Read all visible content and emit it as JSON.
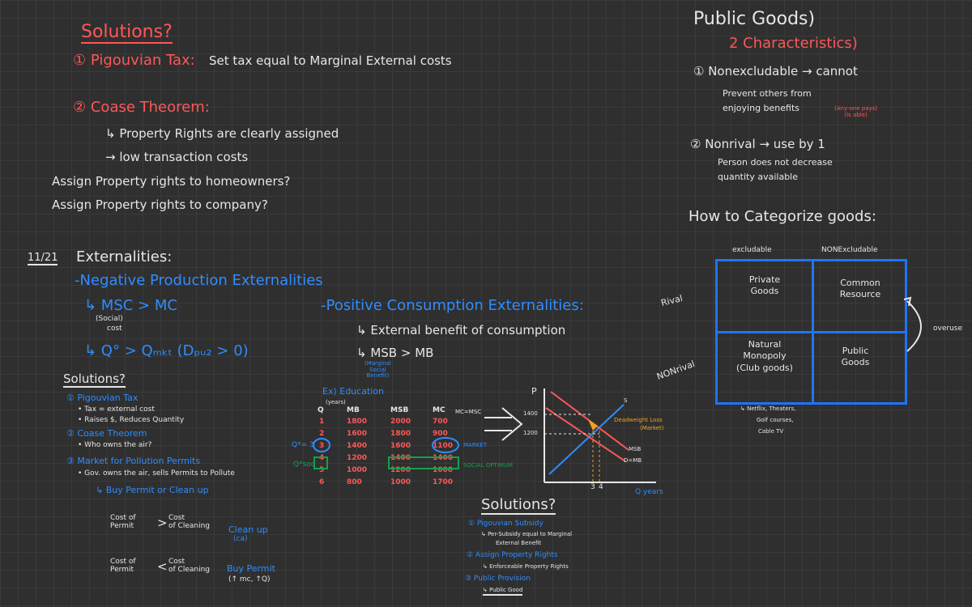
{
  "left": {
    "solutions_title": "Solutions?",
    "pigouvian": "① Pigouvian Tax:",
    "pigouvian_desc": "Set tax equal to Marginal External costs",
    "coase": "② Coase Theorem:",
    "coase_point1": "↳ Property Rights are clearly assigned",
    "coase_point2": "→ low transaction costs",
    "assign1": "Assign Property rights to homeowners?",
    "assign2": "Assign Property rights to company?"
  },
  "externalities": {
    "date": "11/21",
    "title": "Externalities:",
    "neg_title": "-Negative Production Externalities",
    "msc_mc": "↳ MSC > MC",
    "social_note1": "(Social)",
    "social_note2": "cost",
    "q_note": "↳ Q° > Qₘₖₜ (Dₚᵤ₂ > 0)",
    "solutions2": "Solutions?",
    "s1": "① Pigouvian Tax",
    "s1a": "• Tax = external cost",
    "s1b": "• Raises $, Reduces Quantity",
    "s2": "② Coase Theorem",
    "s2a": "• Who owns the air?",
    "s3": "③ Market for Pollution Permits",
    "s3a": "• Gov. owns the air, sells Permits to Pollute",
    "s3b": "↳ Buy Permit or Clean up",
    "cost1_left": "Cost of\nPermit",
    "cost1_op": ">",
    "cost1_right": "Cost\nof Cleaning",
    "cost1_action": "Clean up",
    "cost1_action2": "(ca)",
    "cost2_left": "Cost of\nPermit",
    "cost2_op": "<",
    "cost2_right": "Cost\nof Cleaning",
    "cost2_action": "Buy Permit",
    "cost2_action2": "(↑ mc, ↑Q)"
  },
  "positive": {
    "title": "-Positive Consumption Externalities:",
    "external_benefit": "↳ External benefit of consumption",
    "msb_mb": "↳ MSB > MB",
    "social_note": "(Marginal\nSocial\nBenefit)",
    "example": "Ex) Education",
    "table_headers": [
      "Q",
      "MB",
      "MSB",
      "MC"
    ],
    "years": "(years)",
    "msc_label": "MC=MSC",
    "q_rows": [
      "1",
      "2",
      "3",
      "4",
      "5",
      "6"
    ],
    "mb_rows": [
      "1800",
      "1600",
      "1400",
      "1200",
      "1000",
      "800"
    ],
    "msb_rows": [
      "2000",
      "1800",
      "1600",
      "1400",
      "1200",
      "1000"
    ],
    "mc_rows": [
      "700",
      "900",
      "1100",
      "1400",
      "1600",
      "1700"
    ],
    "market_label": "MARKET",
    "social_label": "SOCIAL OPTIMUM",
    "qstar_label": "Q*= 3",
    "qsoc_label": "Q*soc"
  },
  "graph": {
    "p_label": "P",
    "q_label": "Q years",
    "s_label": "S",
    "dsoc_label": "MSB",
    "dmb_label": "D=MB",
    "dwl_label": "Deadweight Loss",
    "dwl_sub": "(Market)",
    "tick_q1": "3",
    "tick_q2": "4",
    "price1": "1400",
    "price2": "1200"
  },
  "solutions3": {
    "title": "Solutions?",
    "p1": "① Pigouvian Subsidy",
    "p1a": "↳ Per-Subsidy equal to Marginal",
    "p1b": "External Benefit",
    "p2": "② Assign Property Rights",
    "p2a": "↳ Enforceable Property Rights",
    "p3": "③ Public Provision",
    "p3a": "↳ Public Good"
  },
  "public_goods": {
    "title": "Public Goods)",
    "subtitle": "2 Characteristics)",
    "c1": "① Nonexcludable → cannot",
    "c1a": "Prevent others from",
    "c1b": "enjoying benefits",
    "c1_note": "(Any-one pays)\n(is able)",
    "c2": "② Nonrival → use by 1",
    "c2a": "Person does not decrease",
    "c2b": "quantity available",
    "categorize": "How to Categorize goods:",
    "col1": "excludable",
    "col2": "NONExcludable",
    "row1": "Rival",
    "row2": "NONrival",
    "cell1": "Private\nGoods",
    "cell2": "Common\nResource",
    "cell3": "Natural\nMonopoly\n(Club goods)",
    "cell4": "Public\nGoods",
    "overuse": "overuse",
    "ex1": "↳ Netflix, Theaters,",
    "ex2": "Golf courses,",
    "ex3": "Cable TV"
  },
  "colors": {
    "background": "#2f2f2f",
    "red": "#ff5757",
    "blue": "#2f8dff",
    "white": "#e6e6e6",
    "green": "#16a04a",
    "orange": "#f0a020"
  }
}
